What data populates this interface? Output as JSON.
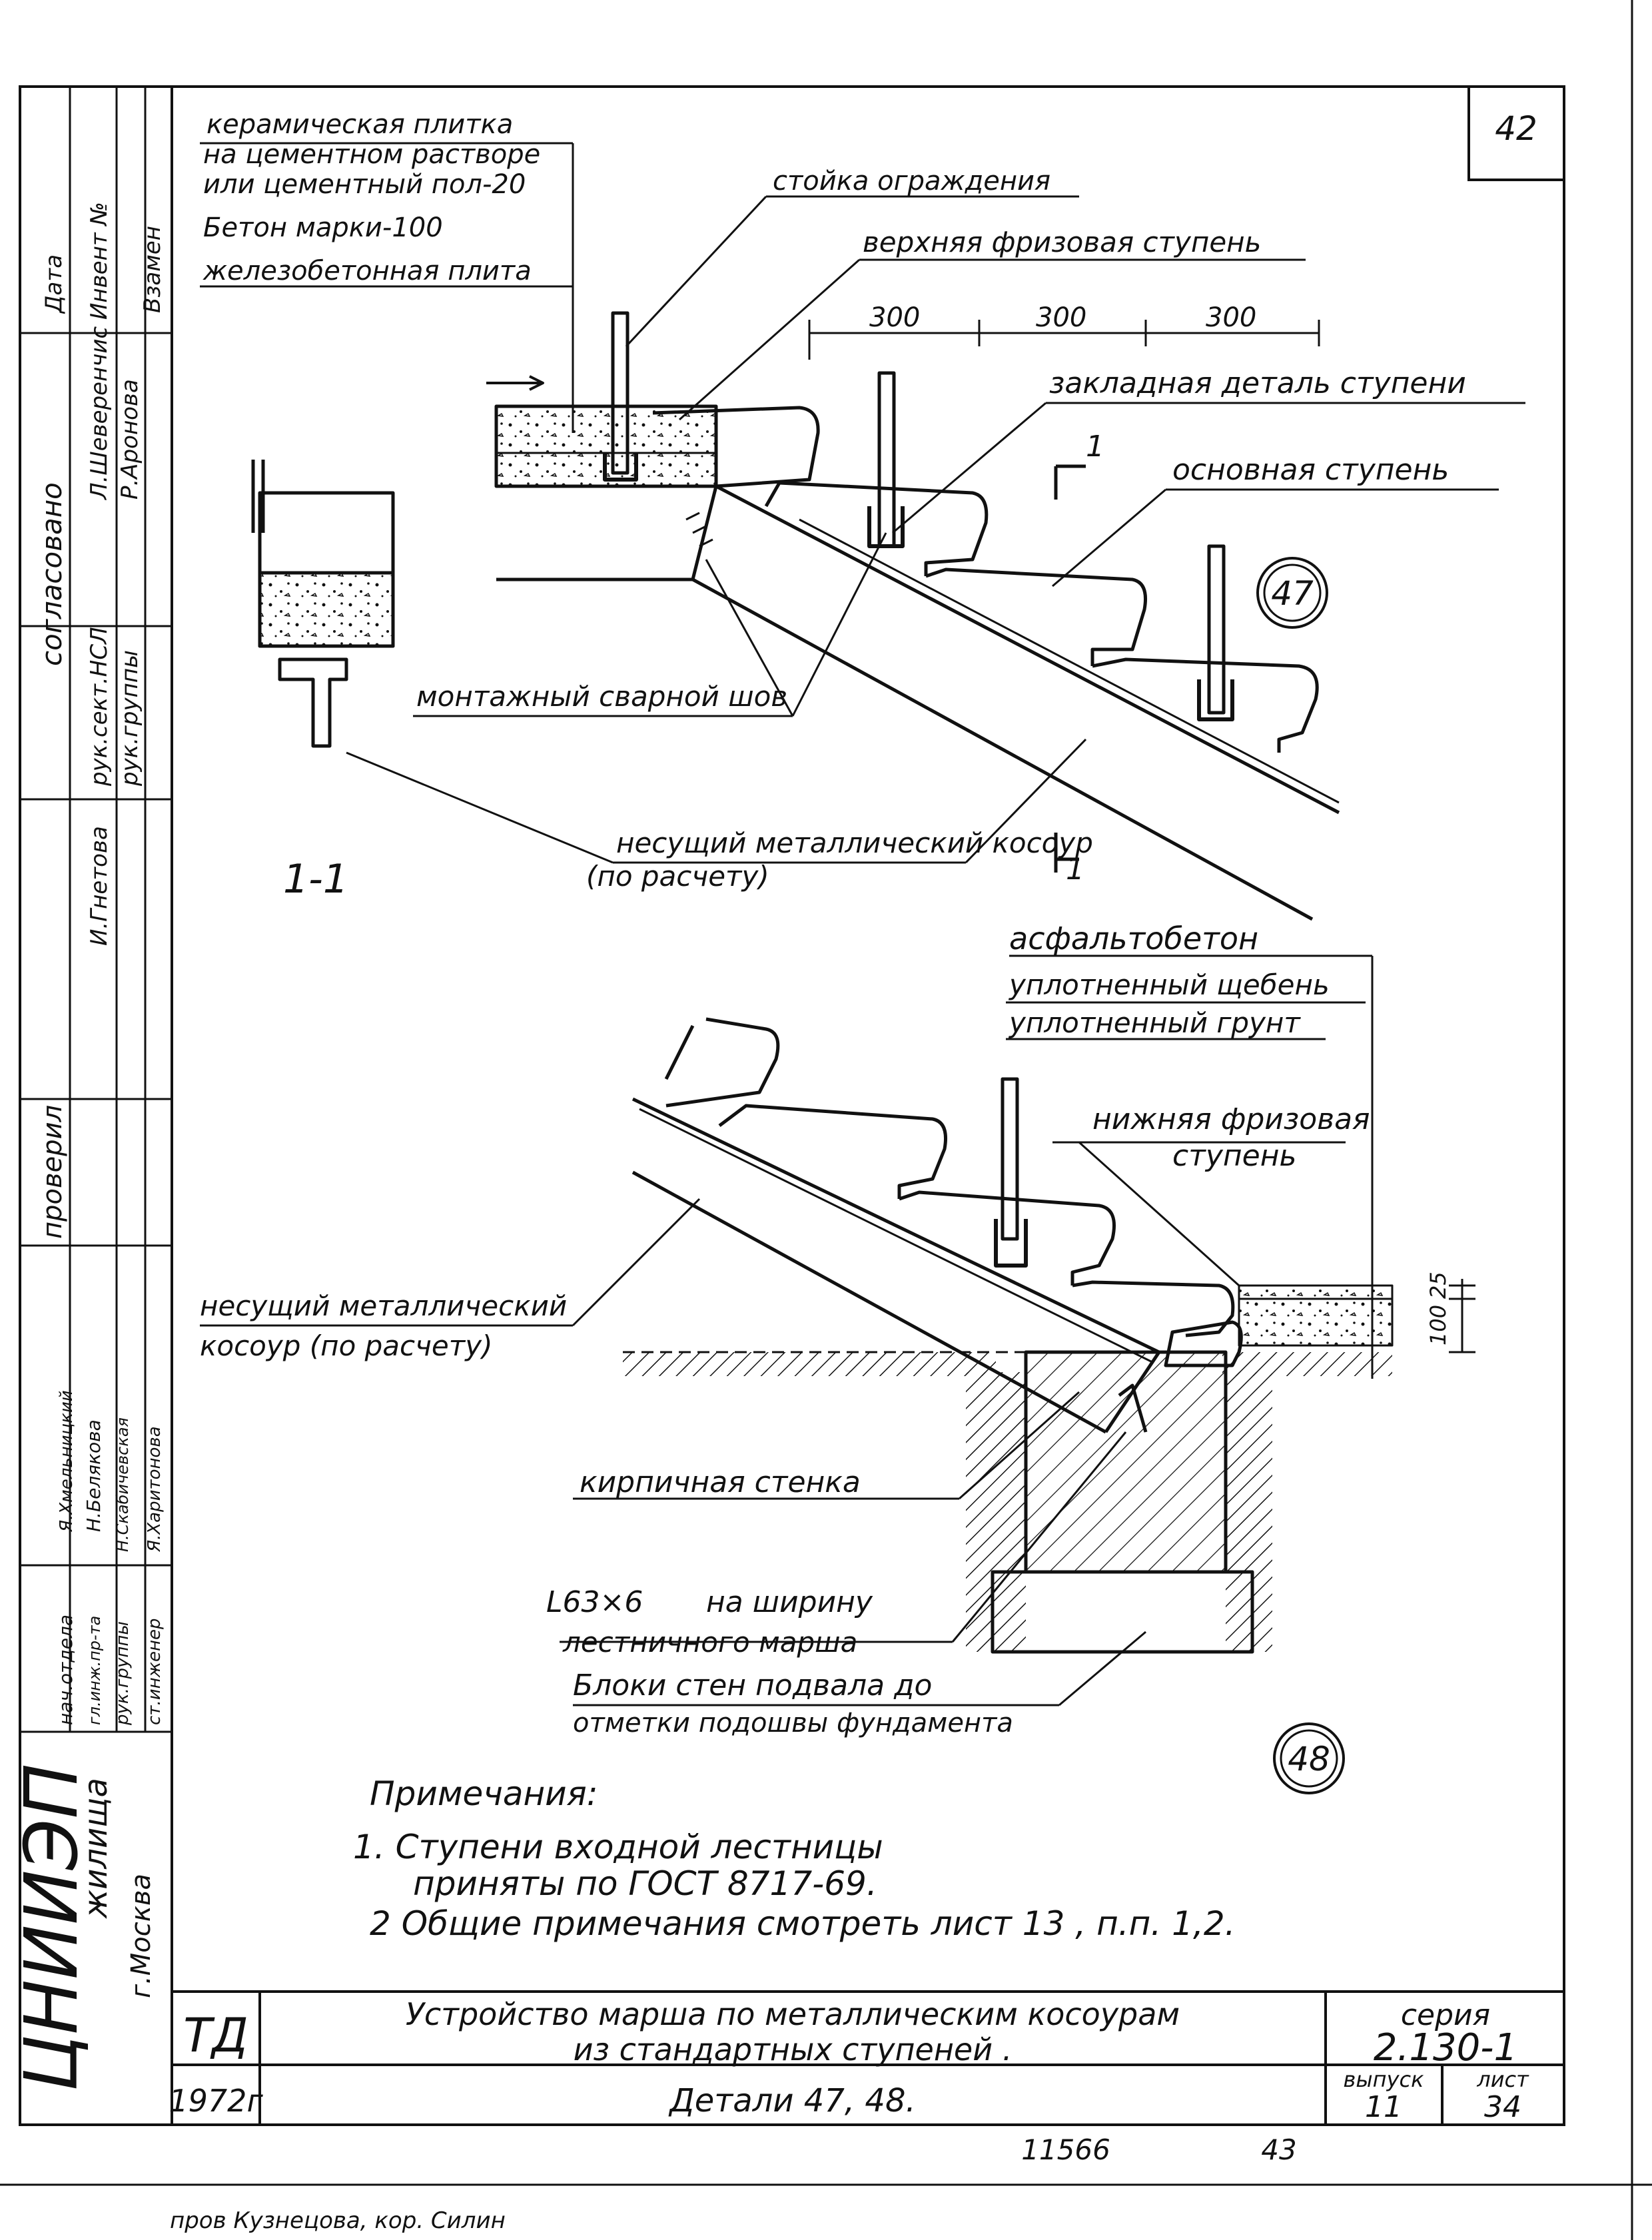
{
  "sheet": {
    "page_number": "42",
    "bottom_numbers": {
      "inventory": "11566",
      "page": "43"
    },
    "footer_note": "пров Кузнецова, кор. Силин"
  },
  "side_stamp": {
    "data": "Дата",
    "inv_no": "Инвент №",
    "vzamen": "Взамен",
    "soglasovano": "согласовано",
    "sheverenchuk": "Л.Шеверенчис",
    "aronova": "Р.Аронова",
    "ruk_sekt_nsl": "рук.сект.НСЛ",
    "ruk_gruppy_1": "рук.группы",
    "gnetova": "И.Гнетова",
    "proveril": "проверил",
    "khmelnitsky": "Я.Хмельницкий",
    "belyakova": "Н.Белякова",
    "skabichevskaya": "Н.Скабичевская",
    "kharitonova": "Я.Харитонова",
    "nach_otdela": "нач.отдела",
    "gl_ing_pr": "гл.инж.пр-та",
    "ruk_gruppy_2": "рук.группы",
    "st_inzhener": "ст.инженер",
    "org_name": "ЦНИИЭП",
    "org_sub": "жилища",
    "org_city": "г.Москва"
  },
  "detail47": {
    "layers": [
      "керамическая плитка",
      "на цементном растворе",
      "или цементный пол-20",
      "Бетон марки-100",
      "железобетонная плита"
    ],
    "stoika": "стойка ограждения",
    "upper_step": "верхняя фризовая ступень",
    "dims": [
      "300",
      "300",
      "300"
    ],
    "embed": "закладная деталь ступени",
    "section_mark": "1",
    "main_step": "основная ступень",
    "weld": "монтажный сварной шов",
    "stringer": "несущий металлический косоур",
    "stringer_calc": "(по расчету)",
    "section_label": "1-1",
    "detail_no": "47"
  },
  "detail48": {
    "layers": [
      "асфальтобетон",
      "уплотненный щебень",
      "уплотненный грунт"
    ],
    "lower_step": "нижняя фризовая",
    "lower_step_2": "ступень",
    "stringer": "несущий металлический",
    "stringer_2": "косоур (по расчету)",
    "dim_a": "100",
    "dim_b": "25",
    "brick": "кирпичная стенка",
    "angle": "L63×6",
    "angle_width": "на ширину",
    "angle_2": "лестничного марша",
    "blocks": "Блоки стен подвала до",
    "blocks_2": "отметки подошвы фундамента",
    "detail_no": "48"
  },
  "notes": {
    "title": "Примечания:",
    "n1": "1. Ступени входной лестницы",
    "n1b": "приняты по ГОСТ 8717-69.",
    "n2": "2 Общие примечания смотреть лист 13 , п.п. 1,2."
  },
  "title_block": {
    "td": "ТД",
    "year": "1972г",
    "title_1": "Устройство марша по металлическим косоурам",
    "title_2": "из стандартных ступеней .",
    "subtitle": "Детали 47, 48.",
    "series_label": "серия",
    "series": "2.130-1",
    "vypusk_label": "выпуск",
    "vypusk": "11",
    "list_label": "лист",
    "list": "34"
  }
}
